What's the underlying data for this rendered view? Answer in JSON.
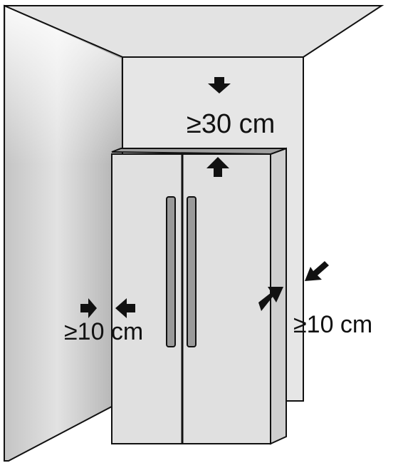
{
  "diagram": {
    "labels": {
      "top_clearance": "≥30 cm",
      "left_clearance": "≥10 cm",
      "right_clearance": "≥10 cm"
    },
    "colors": {
      "outline": "#111111",
      "ceiling": "#e3e3e3",
      "back_wall": "#e6e6e6",
      "left_wall_light": "#f4f4f4",
      "left_wall_dark": "#b4b4b4",
      "fridge_front": "#e0e0e0",
      "fridge_side": "#cfcfcf",
      "fridge_top": "#9e9e9e",
      "handle": "#9a9a9a",
      "arrow": "#111111"
    }
  }
}
